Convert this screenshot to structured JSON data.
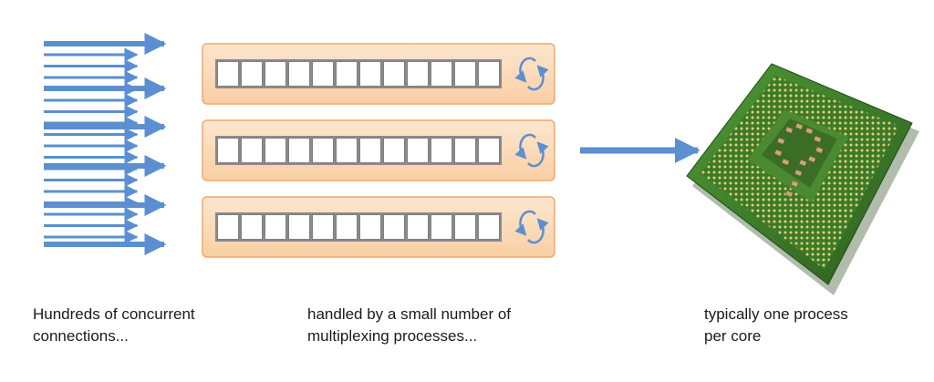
{
  "captions": {
    "connections": {
      "line1": "Hundreds of concurrent",
      "line2": "connections..."
    },
    "processes": {
      "line1": "handled by a small number of",
      "line2": "multiplexing processes..."
    },
    "core": {
      "line1": "typically one process",
      "line2": "per core"
    }
  },
  "diagram": {
    "process_count": 3,
    "slots_per_process": 12,
    "colors": {
      "arrow": "#5b8fd0",
      "process_fill": "#fbd8b4",
      "process_border": "#f0a86a",
      "slot_border": "#7f7f7f",
      "cycle_icon": "#5b8fd0",
      "chip_board": "#3d7a2a",
      "chip_pins": "#d6c26a"
    },
    "icons": {
      "connection": "right-arrow-icon",
      "process_cycle": "refresh-cycle-icon",
      "cpu": "cpu-chip-icon"
    }
  }
}
